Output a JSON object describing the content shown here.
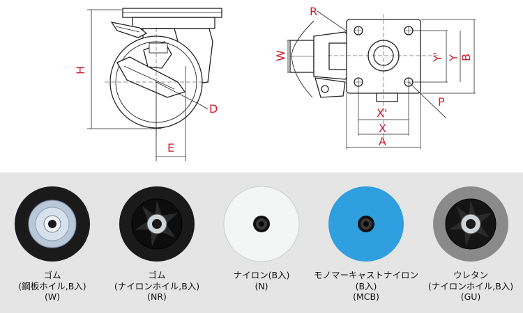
{
  "side_view": {
    "labels": {
      "height": "H",
      "offset": "E",
      "diameter": "D"
    }
  },
  "top_view": {
    "labels": {
      "radius": "R",
      "width": "W",
      "bolt_y_inner": "Y'",
      "bolt_y": "Y",
      "plate_b": "B",
      "hole": "P",
      "bolt_x_inner": "X'",
      "bolt_x": "X",
      "plate_a": "A"
    }
  },
  "wheels": [
    {
      "name": "ゴム",
      "detail": "(鋼板ホイル,B入)",
      "code": "(W)",
      "tire_color": "#1a1a1a",
      "hub_color": "#aebfd1",
      "type": "steel"
    },
    {
      "name": "ゴム",
      "detail": "(ナイロンホイル,B入)",
      "code": "(NR)",
      "tire_color": "#1a1a1a",
      "hub_color": "#0d0d0d",
      "type": "nylon"
    },
    {
      "name": "ナイロン(B入)",
      "detail": "(N)",
      "code": "",
      "tire_color": "#f4f6f6",
      "hub_color": "#f4f6f6",
      "type": "solid"
    },
    {
      "name": "モノマーキャストナイロン",
      "detail": "(B入)",
      "code": "(MCB)",
      "tire_color": "#2f9fe0",
      "hub_color": "#2f9fe0",
      "type": "solid"
    },
    {
      "name": "ウレタン",
      "detail": "(ナイロンホイル,B入)",
      "code": "(GU)",
      "tire_color": "#8a8a8a",
      "hub_color": "#141414",
      "type": "nylon"
    }
  ]
}
